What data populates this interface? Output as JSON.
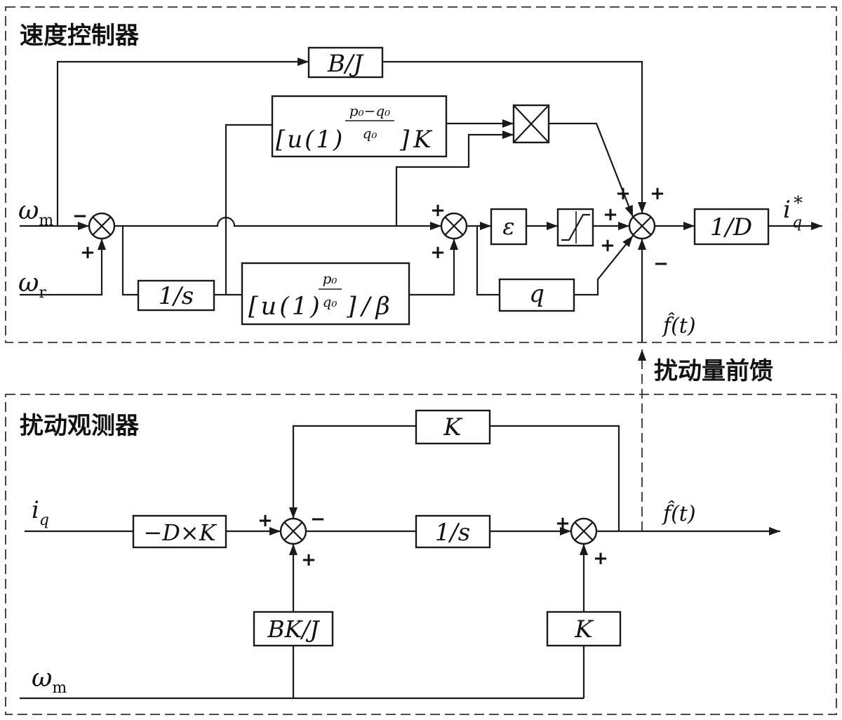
{
  "sections": {
    "speed_controller": "速度控制器",
    "disturbance_observer": "扰动观测器",
    "feedforward": "扰动量前馈"
  },
  "signals": {
    "omega": "ω",
    "m": "m",
    "r": "r",
    "i": "i",
    "q": "q",
    "star": "*",
    "f_hat_t": "f̂(t)"
  },
  "blocks": {
    "b_over_j": "B/J",
    "one_over_s": "1/s",
    "epsilon": "ε",
    "q": "q",
    "one_over_d": "1/D",
    "k": "K",
    "neg_d_times_k": "−D×K",
    "bk_over_j": "BK/J",
    "frac_top": {
      "base": "[u(1)",
      "exp_num": "p₀−q₀",
      "exp_den": "q₀",
      "tail": "]K"
    },
    "frac_bottom": {
      "base": "[u(1)",
      "exp_num": "p₀",
      "exp_den": "q₀",
      "tail": "]/β"
    }
  },
  "signs": {
    "plus": "+",
    "minus": "−"
  }
}
